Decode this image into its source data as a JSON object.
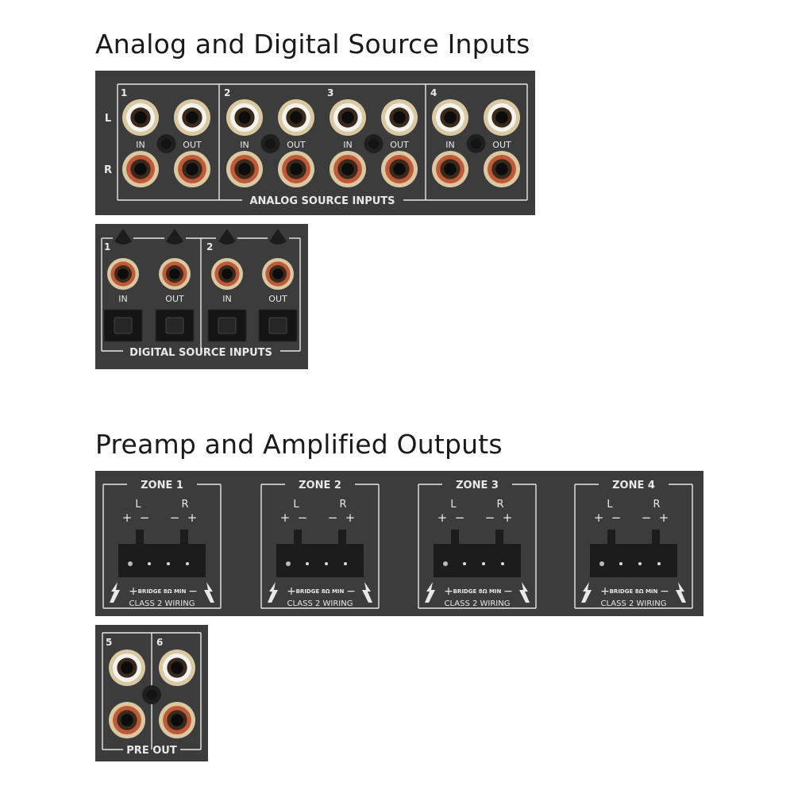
{
  "headings": {
    "inputs": "Analog and Digital Source Inputs",
    "outputs": "Preamp and Amplified Outputs"
  },
  "analog": {
    "section_label": "ANALOG SOURCE INPUTS",
    "row_labels": [
      "L",
      "R"
    ],
    "groups": [
      {
        "number": "1",
        "in_label": "IN",
        "out_label": "OUT"
      },
      {
        "number": "2",
        "in_label": "IN",
        "out_label": "OUT"
      },
      {
        "number": "3",
        "in_label": "IN",
        "out_label": "OUT"
      },
      {
        "number": "4",
        "in_label": "IN",
        "out_label": "OUT"
      }
    ]
  },
  "digital": {
    "section_label": "DIGITAL SOURCE INPUTS",
    "groups": [
      {
        "number": "1",
        "in_label": "IN",
        "out_label": "OUT"
      },
      {
        "number": "2",
        "in_label": "IN",
        "out_label": "OUT"
      }
    ]
  },
  "amp": {
    "zones": [
      {
        "title": "ZONE 1",
        "left": "L",
        "right": "R",
        "plus": "+",
        "minus": "−",
        "bridge": "BRIDGE 8Ω MIN",
        "wiring": "CLASS 2 WIRING"
      },
      {
        "title": "ZONE 2",
        "left": "L",
        "right": "R",
        "plus": "+",
        "minus": "−",
        "bridge": "BRIDGE 8Ω MIN",
        "wiring": "CLASS 2 WIRING"
      },
      {
        "title": "ZONE 3",
        "left": "L",
        "right": "R",
        "plus": "+",
        "minus": "−",
        "bridge": "BRIDGE 8Ω MIN",
        "wiring": "CLASS 2 WIRING"
      },
      {
        "title": "ZONE 4",
        "left": "L",
        "right": "R",
        "plus": "+",
        "minus": "−",
        "bridge": "BRIDGE 8Ω MIN",
        "wiring": "CLASS 2 WIRING"
      }
    ]
  },
  "preout": {
    "section_label": "PRE OUT",
    "numbers": [
      "5",
      "6"
    ]
  },
  "colors": {
    "panel": "#3c3c3c",
    "silkscreen": "#e8e8e8",
    "white_jack": "#f2f2ee",
    "red_jack": "#c0583a",
    "gold_ring": "#d9c8a0",
    "terminal_block": "#1c1c1c"
  }
}
